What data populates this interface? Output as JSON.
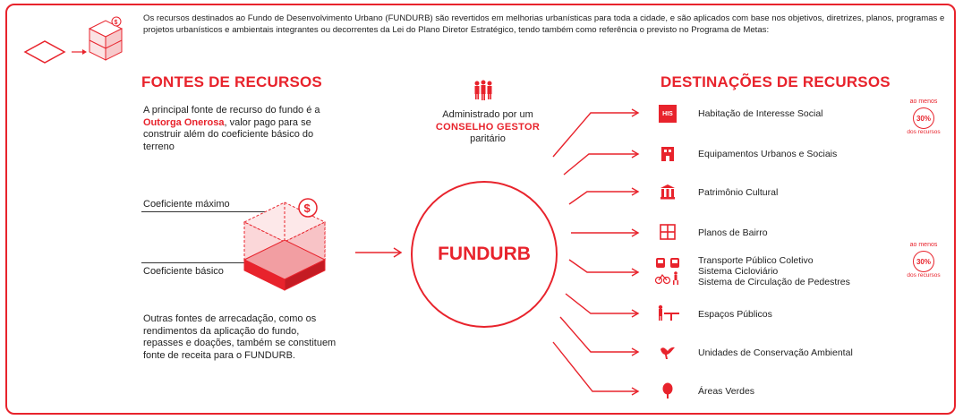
{
  "intro": {
    "text": "Os recursos destinados ao Fundo de Desenvolvimento Urbano (FUNDURB) são revertidos em melhorias urbanísticas para toda a cidade, e são aplicados com base nos objetivos, diretrizes, planos, programas e projetos urbanísticos e ambientais integrantes ou decorrentes da Lei do Plano Diretor Estratégico, tendo também como referência o previsto no Programa de Metas:"
  },
  "sources": {
    "heading": "FONTES DE RECURSOS",
    "main_text_before": "A principal fonte de recurso do fundo é a ",
    "main_text_highlight": "Outorga Onerosa",
    "main_text_after": ", valor pago para se construir além do coeficiente básico do terreno",
    "coef_max_label": "Coeficiente máximo",
    "coef_basic_label": "Coeficiente básico",
    "other_text": "Outras fontes de arrecadação, como os rendimentos da aplicação do fundo, repasses e doações, também se constituem fonte de receita para o FUNDURB."
  },
  "center": {
    "admin_line1": "Administrado por um",
    "admin_strong": "CONSELHO GESTOR",
    "admin_line3": "paritário",
    "fund_name": "FUNDURB"
  },
  "destinations": {
    "heading": "DESTINAÇÕES DE RECURSOS",
    "items": [
      {
        "label": "Habitação de Interesse Social",
        "icon": "his-icon",
        "icon_text": "HIS"
      },
      {
        "label": "Equipamentos Urbanos e Sociais",
        "icon": "building-icon"
      },
      {
        "label": "Patrimônio Cultural",
        "icon": "monument-icon"
      },
      {
        "label": "Planos de Bairro",
        "icon": "grid-plan-icon"
      },
      {
        "label": "Transporte Público Coletivo",
        "label2": "Sistema Cicloviário",
        "label3": "Sistema de Circulação de Pedestres",
        "icon": "transport-icon"
      },
      {
        "label": "Espaços Públicos",
        "icon": "playground-icon"
      },
      {
        "label": "Unidades de Conservação Ambiental",
        "icon": "bird-icon"
      },
      {
        "label": "Áreas Verdes",
        "icon": "tree-icon"
      }
    ],
    "badge_top": "ao menos",
    "badge_value": "30%",
    "badge_bottom": "dos recursos"
  },
  "colors": {
    "accent": "#e8232c",
    "text": "#222222"
  }
}
